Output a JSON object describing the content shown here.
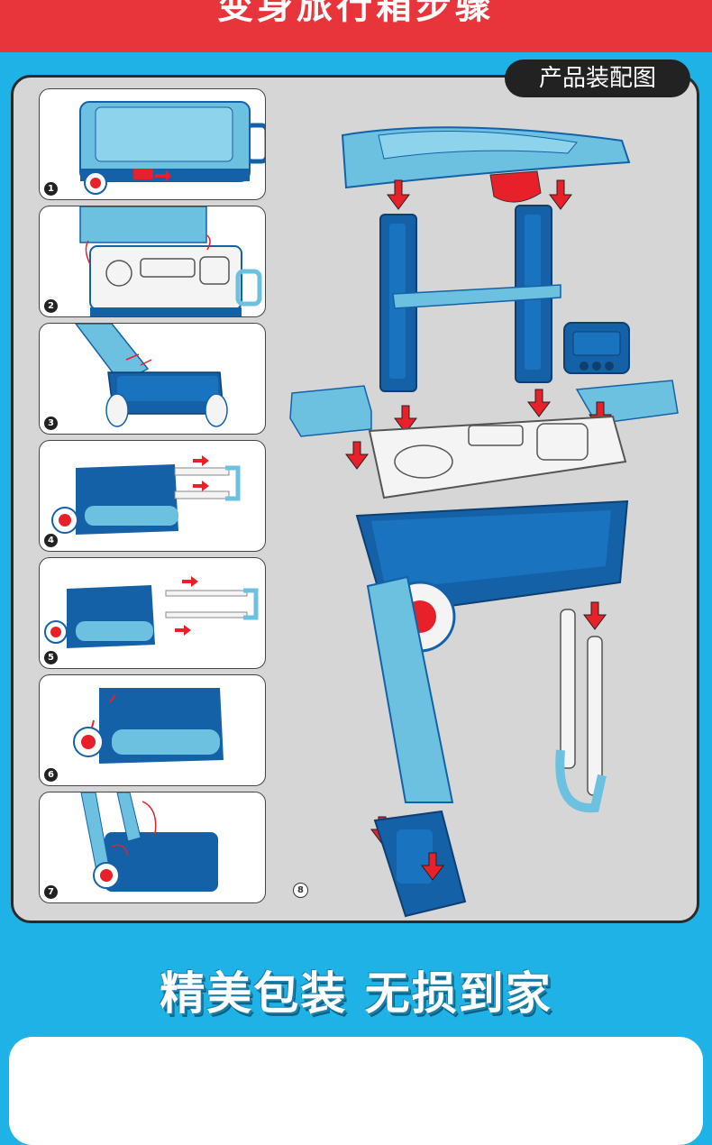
{
  "header": {
    "title": "变身旅行箱步骤"
  },
  "assembly_tag": {
    "label": "产品装配图"
  },
  "steps": [
    {
      "number": "1"
    },
    {
      "number": "2"
    },
    {
      "number": "3"
    },
    {
      "number": "4"
    },
    {
      "number": "5"
    },
    {
      "number": "6"
    },
    {
      "number": "7"
    },
    {
      "number": "8"
    }
  ],
  "slogan": {
    "text": "精美包装 无损到家"
  },
  "colors": {
    "banner_red": "#e8353c",
    "background_blue": "#1fb2e6",
    "panel_gray": "#d6d6d6",
    "case_blue": "#1561a8",
    "case_light_blue": "#6cc0e0",
    "arrow_red": "#e8202a"
  }
}
